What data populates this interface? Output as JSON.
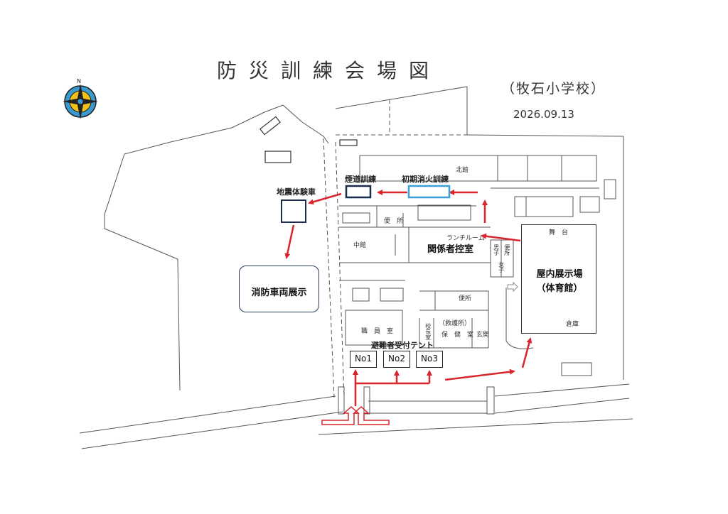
{
  "header": {
    "title": "防災訓練会場図",
    "school": "（牧石小学校）",
    "date": "2026.09.13"
  },
  "legend": {
    "compass_icon": "compass-rose-icon"
  },
  "areas": {
    "earthquake_vehicle": "地震体験車",
    "smoke_drill": "煙道訓練",
    "initial_fire_drill": "初期消火訓練",
    "fire_truck_display": "消防車両展示",
    "indoor_exhibition": "屋内展示場",
    "gymnasium": "（体育館）",
    "staff_room_main": "関係者控室",
    "reception_tents": "避難者受付テント"
  },
  "tents": [
    "No1",
    "No2",
    "No3"
  ],
  "buildings": {
    "north_wing": "北館",
    "middle_wing": "中館",
    "toilet": "便　所",
    "toilet_small": "便所",
    "lunchroom": "ランチルーム",
    "stage": "舞　台",
    "storage": "倉庫",
    "staff_room": "職　員　室",
    "principal_room": "校長室",
    "first_aid": "（救護所）",
    "health_room": "保　健　室",
    "entrance": "玄関",
    "mens_room": "男子",
    "womens_room": "女子",
    "toilet_vertical": "便所"
  },
  "colors": {
    "route_arrow": "#d9252c",
    "smoke_box": "#1c2c4c",
    "fire_drill_box": "#3aa0d8",
    "entry_arrow": "#d9252c"
  }
}
